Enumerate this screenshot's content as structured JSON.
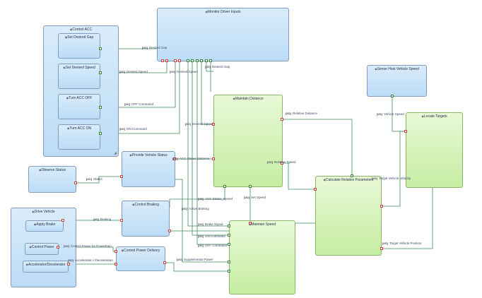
{
  "blocks": {
    "monitor_driver_inputs": "Monitor Driver Inputs",
    "control_acc": "Control ACC",
    "set_desired_gap": "Set Desired Gap",
    "set_desired_speed": "Set Desired Speed",
    "turn_acc_off": "Turn ACC OFF",
    "turn_acc_on": "Turn ACC ON",
    "sense_host_vehicle_speed": "Sense Host Vehicle Speed",
    "maintain_distance": "Maintain Distance",
    "locate_targets": "Locate Targets",
    "observe_status": "Observe Status",
    "provide_vehicle_status": "Provide Vehicle Status",
    "calculate_relative_parameters": "Calculate Relative Parameters",
    "drive_vehicle": "Drive Vehicle",
    "apply_brake": "Apply Brake",
    "control_power": "Control Power",
    "accelerator_decelerator": "Accelerator/Decelerator",
    "control_braking": "Control Braking",
    "control_power_delivery": "Control Power Delivery",
    "maintain_speed": "Maintain Speed"
  },
  "flows": {
    "desired_gap_1": "Desired Gap",
    "desired_speed_1": "Desired Speed",
    "desired_speed_2": "Desired Speed",
    "off_command_1": "OFF Command",
    "on_command_1": "ON Command",
    "desired_gap_2": "Desired Gap",
    "desired_speed_3": "Desired Speed",
    "vehicle_speed": "Vehicle Speed",
    "relative_distance": "Relative Distance",
    "relative_speed": "Relative Speed",
    "acc_status_distance": "ACC Status Distance",
    "status": "Status",
    "set_speed": "Set Speed",
    "target_vehicle_velocity": "Target Vehicle Velocity",
    "acc_status_speed": "ACC Status_Speed",
    "active_braking": "Active Braking",
    "braking": "Braking",
    "brake_signal": "Brake Signal",
    "on_command_2": "ON Command",
    "off_command_2": "OFF Command",
    "control_power_for_powertrain": "Control Power for Powertrain",
    "acceleration_deceleration": "Acceleration / Deceleration",
    "supplemental_power": "Supplemental Power",
    "target_vehicle_position": "Target Vehicle Position"
  },
  "port_tag": "[I/O]",
  "colors": {
    "link_green": "#3f8a5a",
    "link_blue": "#4d6fa8",
    "block_blue": "#c9e3f8",
    "block_green": "#d7f3b8"
  }
}
